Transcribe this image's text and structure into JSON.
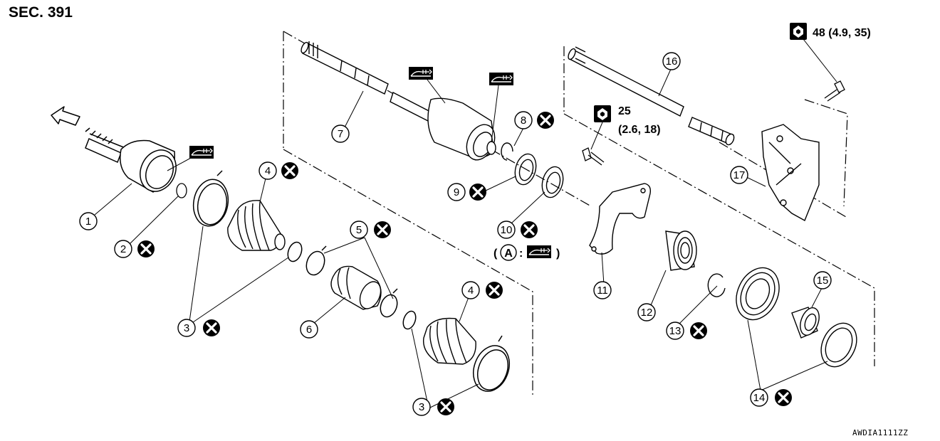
{
  "section_title": "SEC. 391",
  "figure_code": "AWDIA1111ZZ",
  "torque_specs": [
    {
      "value": "48 (4.9, 35)"
    },
    {
      "value": "25",
      "value2": "(2.6, 18)"
    }
  ],
  "reference_label": "A",
  "callouts": [
    "1",
    "2",
    "3",
    "3",
    "3",
    "4",
    "4",
    "5",
    "6",
    "7",
    "8",
    "9",
    "10",
    "11",
    "12",
    "13",
    "14",
    "15",
    "16",
    "17"
  ]
}
